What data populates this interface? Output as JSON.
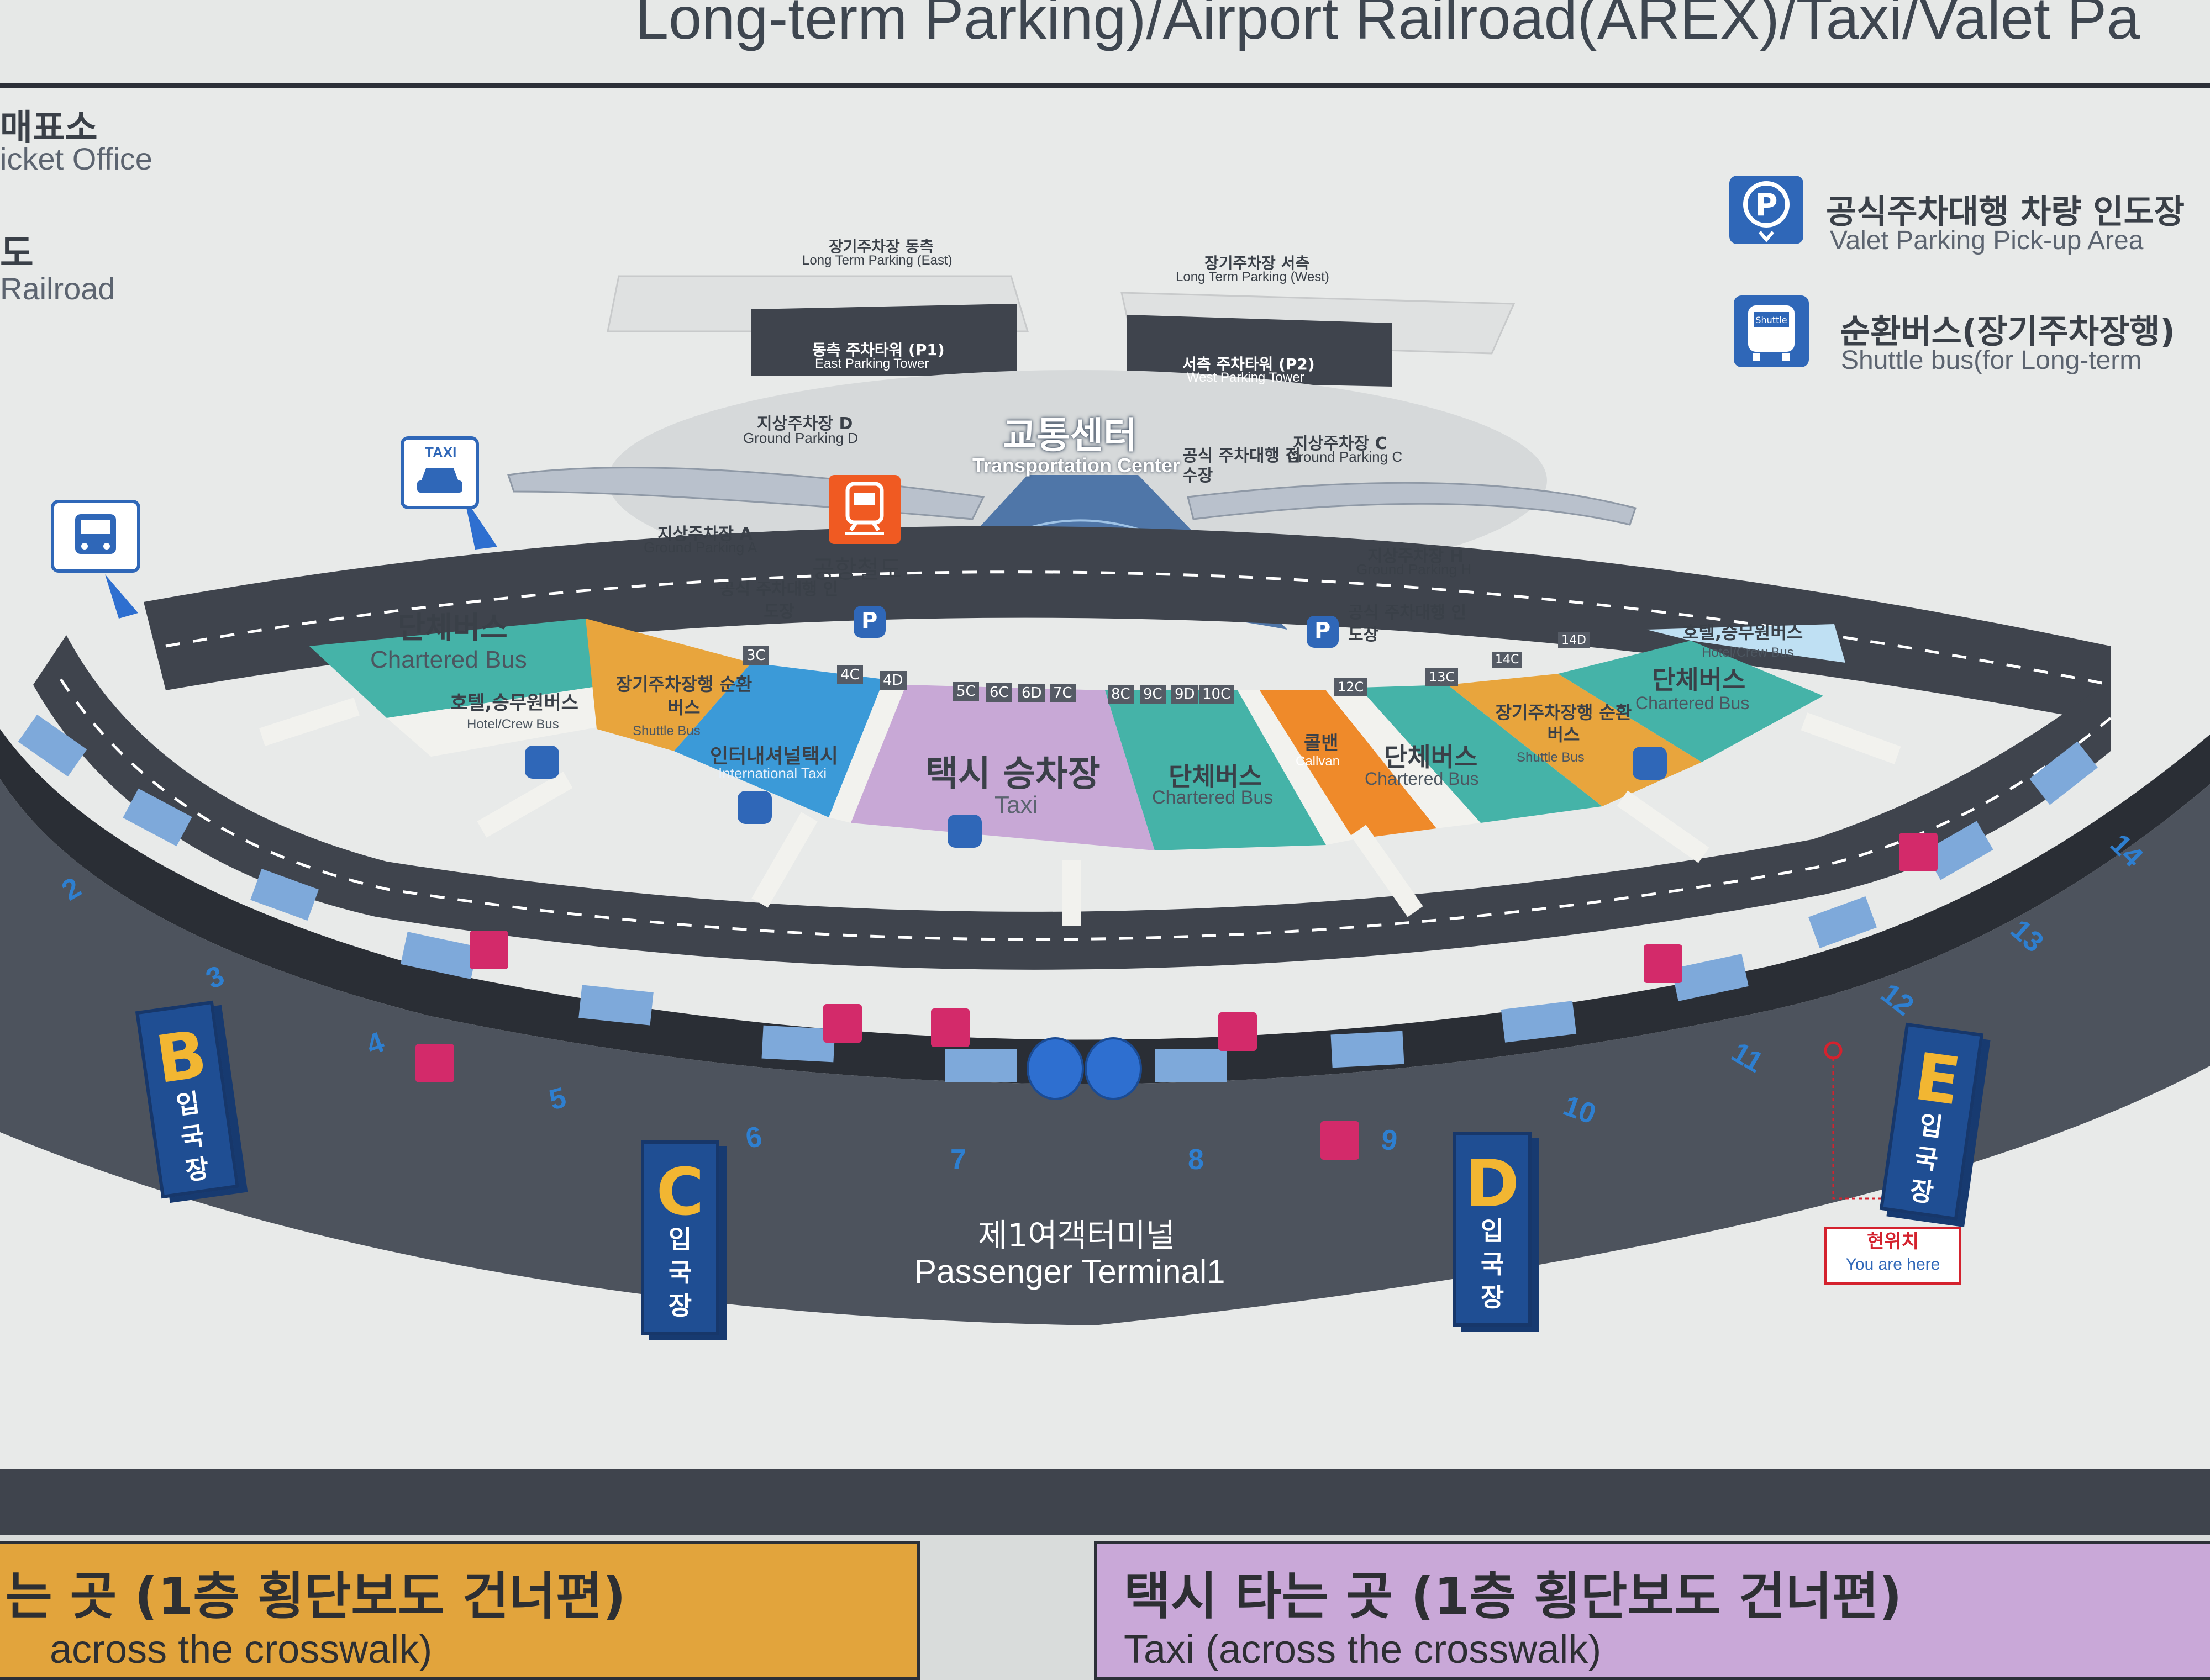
{
  "header": {
    "title_fragment": "Long-term Parking)/Airport Railroad(AREX)/Taxi/Valet Pa"
  },
  "left_legend": {
    "ticket_ko": "매표소",
    "ticket_en": "icket Office",
    "rail_ko": "도",
    "rail_en": "Railroad"
  },
  "right_legend": {
    "valet_ko": "공식주차대행 차량 인도장",
    "valet_en": "Valet Parking Pick-up Area",
    "shuttle_ko": "순환버스(장기주차장행)",
    "shuttle_en": "Shuttle bus(for Long-term",
    "shuttle_icon_text": "Shuttle"
  },
  "map": {
    "lt_east_ko": "장기주차장 동측",
    "lt_east_en": "Long Term Parking (East)",
    "lt_west_ko": "장기주차장 서측",
    "lt_west_en": "Long Term Parking (West)",
    "p1_ko": "동측 주차타워 (P1)",
    "p1_en": "East Parking Tower",
    "p2_ko": "서측 주차타워 (P2)",
    "p2_en": "West Parking Tower",
    "gd_ko": "지상주차장 D",
    "gd_en": "Ground Parking D",
    "gc_ko": "지상주차장 C",
    "gc_en": "Ground Parking C",
    "ga_ko": "지상주차장 A",
    "ga_en": "Ground Parking A",
    "gh_ko": "지상주차장 H",
    "gh_en": "Ground Parking H",
    "tc_ko": "교통센터",
    "tc_en": "Transportation Center",
    "valet_recv_ko": "공식 주차대행 접수장",
    "arex_ko": "공항철도",
    "valet_left_ko": "공식 주차대행 인도장",
    "valet_right_ko": "공식 주차대행 인도장",
    "taxi_icon_text": "TAXI",
    "zones": {
      "chartered_l_ko": "단체버스",
      "chartered_l_en": "Chartered Bus",
      "hotel_l_ko": "호텔,승무원버스",
      "hotel_l_en": "Hotel/Crew Bus",
      "shuttle_l_ko": "장기주차장행 순환버스",
      "shuttle_l_en": "Shuttle Bus",
      "intl_taxi_ko": "인터내셔널택시",
      "intl_taxi_en": "International Taxi",
      "taxi_ko": "택시 승차장",
      "taxi_en": "Taxi",
      "chartered_m_ko": "단체버스",
      "chartered_m_en": "Chartered Bus",
      "callvan_ko": "콜밴",
      "callvan_en": "Callvan",
      "chartered_r_ko": "단체버스",
      "chartered_r_en": "Chartered Bus",
      "shuttle_r_ko": "장기주차장행 순환버스",
      "shuttle_r_en": "Shuttle Bus",
      "hotel_r_ko": "호텔,승무원버스",
      "hotel_r_en": "Hotel/Crew Bus",
      "chartered_far_ko": "단체버스",
      "chartered_far_en": "Chartered Bus"
    },
    "stop_codes": [
      "3C",
      "4C",
      "4D",
      "5C",
      "6C",
      "6D",
      "7C",
      "8C",
      "9C",
      "9D",
      "10C",
      "12C",
      "13C",
      "14C",
      "14D"
    ],
    "door_numbers": [
      "2",
      "3",
      "4",
      "5",
      "6",
      "7",
      "8",
      "9",
      "10",
      "11",
      "12",
      "13",
      "14"
    ],
    "gates": [
      {
        "letter": "B",
        "ko": [
          "입",
          "국",
          "장"
        ]
      },
      {
        "letter": "C",
        "ko": [
          "입",
          "국",
          "장"
        ]
      },
      {
        "letter": "D",
        "ko": [
          "입",
          "국",
          "장"
        ]
      },
      {
        "letter": "E",
        "ko": [
          "입",
          "국",
          "장"
        ]
      }
    ],
    "terminal_ko": "제1여객터미널",
    "terminal_en": "Passenger Terminal1",
    "you_are_here_ko": "현위치",
    "you_are_here_en": "You are here"
  },
  "bottom_banners": {
    "left_ko": "는 곳 (1층 횡단보도 건너편)",
    "left_en": "across the crosswalk)",
    "right_ko": "택시 타는 곳 (1층 횡단보도 건너편)",
    "right_en": "Taxi (across the crosswalk)"
  },
  "colors": {
    "road": "#3f444d",
    "chartered": "#45b3a8",
    "shuttle": "#e8a53d",
    "intl_taxi": "#3b9ad8",
    "taxi": "#c8a8d6",
    "callvan": "#ef8a2a",
    "hotel": "#f2f2ee",
    "gate": "#1f4e93",
    "left_banner": "#e2a43c",
    "right_banner": "#c9a8d8"
  }
}
